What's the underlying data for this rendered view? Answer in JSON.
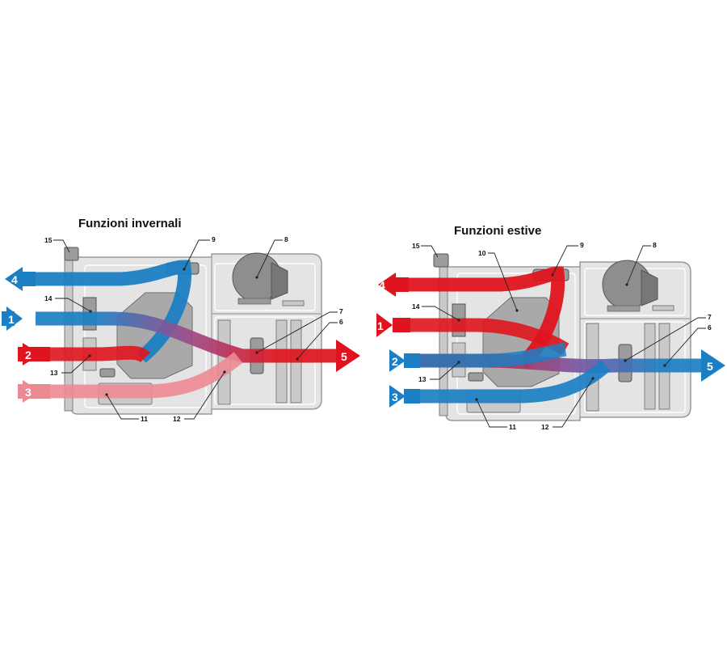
{
  "diagrams": [
    {
      "id": "winter",
      "title": "Funzioni invernali",
      "callouts": [
        "15",
        "9",
        "8",
        "14",
        "7",
        "6",
        "13",
        "11",
        "12"
      ],
      "flow_numbers": [
        "4",
        "1",
        "2",
        "3",
        "5"
      ]
    },
    {
      "id": "summer",
      "title": "Funzioni estive",
      "callouts": [
        "15",
        "9",
        "8",
        "10",
        "14",
        "7",
        "6",
        "13",
        "11",
        "12"
      ],
      "flow_numbers": [
        "4",
        "1",
        "2",
        "3",
        "5"
      ]
    }
  ],
  "colors": {
    "warm": "#e0141e",
    "cold": "#1c7fc4",
    "warm_light": "#ec8a92",
    "casing": "#e4e4e4"
  }
}
